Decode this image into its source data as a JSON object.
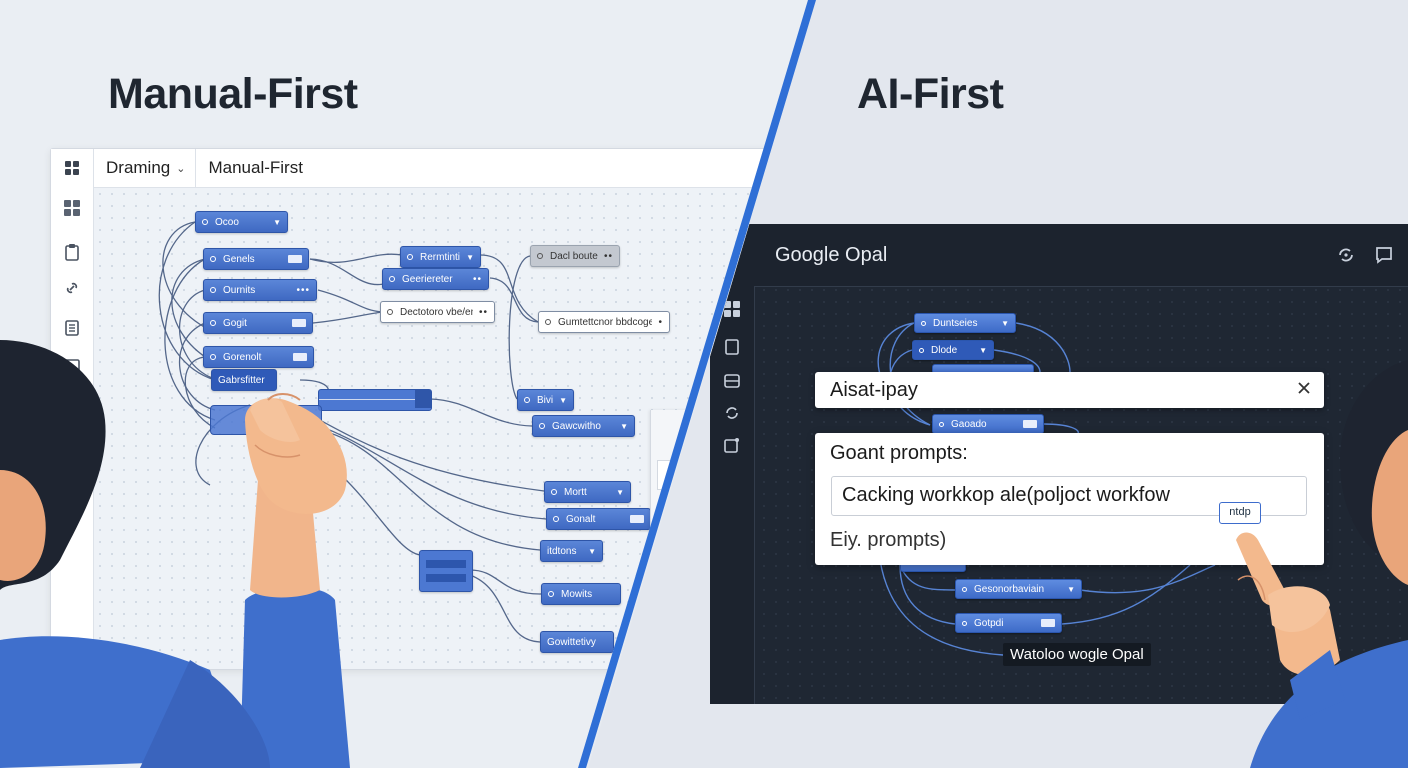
{
  "left": {
    "heading": "Manual-First",
    "window": {
      "dropdown_label": "Draming",
      "title": "Manual-First"
    },
    "nodes": [
      {
        "label": "Ocoo",
        "variant": "blue",
        "accessory": "chevron"
      },
      {
        "label": "Genels",
        "variant": "blue",
        "accessory": "tag"
      },
      {
        "label": "Ournits",
        "variant": "blue",
        "accessory": "more"
      },
      {
        "label": "Gogit",
        "variant": "blue",
        "accessory": "tag"
      },
      {
        "label": "Gorenolt",
        "variant": "blue",
        "accessory": "tag"
      },
      {
        "label": "Gabrsfitter",
        "variant": "blue",
        "accessory": "none"
      },
      {
        "label": "Rermtintio",
        "variant": "blue",
        "accessory": "chevron"
      },
      {
        "label": "Geeriereter",
        "variant": "blue",
        "accessory": "more"
      },
      {
        "label": "Dectotoro vbe/enei",
        "variant": "light",
        "accessory": "more"
      },
      {
        "label": "Dacl bouten",
        "variant": "grey",
        "accessory": "more"
      },
      {
        "label": "Gumtettcnor bbdcoge",
        "variant": "light",
        "accessory": "more"
      },
      {
        "label": "Bivis",
        "variant": "blue",
        "accessory": "chevron"
      },
      {
        "label": "Gawcwitho",
        "variant": "blue",
        "accessory": "chevron"
      },
      {
        "label": "Mortt",
        "variant": "blue",
        "accessory": "chevron"
      },
      {
        "label": "Gonalt",
        "variant": "blue",
        "accessory": "tag"
      },
      {
        "label": "itdtons",
        "variant": "blue",
        "accessory": "chevron"
      },
      {
        "label": "Mowits",
        "variant": "blue",
        "accessory": "none"
      },
      {
        "label": "Gowittetivy",
        "variant": "blue",
        "accessory": "none"
      }
    ]
  },
  "right": {
    "heading": "AI-First",
    "window": {
      "title": "Google Opal"
    },
    "nodes": [
      {
        "label": "Duntseies",
        "accessory": "chevron"
      },
      {
        "label": "Dlode",
        "accessory": "chevron"
      },
      {
        "label": "Gaoado",
        "accessory": "tag"
      },
      {
        "label": "Gesonorbaviain",
        "accessory": "chevron"
      },
      {
        "label": "Gotpdi",
        "accessory": "tag"
      }
    ],
    "search": {
      "value": "Aisat-ipay",
      "close_icon": "close-icon"
    },
    "prompt_panel": {
      "heading": "Goant prompts:",
      "input_value": "Cacking workkop ale(poljoct workfow",
      "hint": "Eiy. prompts)",
      "cursor_tip": "ntdp"
    },
    "footer_label": "Watoloo wogle Opal"
  },
  "colors": {
    "accent": "#2f6fd6",
    "node_blue": "#4a76cf",
    "dark_canvas": "#1f2733",
    "skin": "#f3b98d",
    "shirt": "#3f6fcc"
  }
}
